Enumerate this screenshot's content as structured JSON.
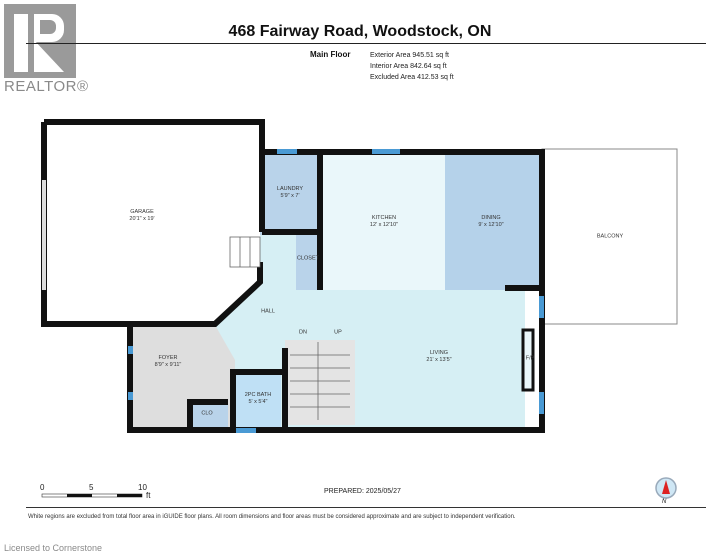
{
  "branding": {
    "logo_letter": "R",
    "logo_text": "REALTOR®"
  },
  "header": {
    "title": "468 Fairway Road, Woodstock, ON"
  },
  "areas": {
    "floor_label": "Main Floor",
    "lines": [
      "Exterior Area 945.51 sq ft",
      "Interior Area 842.64 sq ft",
      "Excluded Area 412.53 sq ft"
    ]
  },
  "rooms": [
    {
      "name": "GARAGE",
      "dims": "20'1\" x 19'"
    },
    {
      "name": "LAUNDRY",
      "dims": "5'9\" x 7'"
    },
    {
      "name": "KITCHEN",
      "dims": "12' x 12'10\""
    },
    {
      "name": "DINING",
      "dims": "9' x 12'10\""
    },
    {
      "name": "BALCONY",
      "dims": ""
    },
    {
      "name": "CLOSET",
      "dims": ""
    },
    {
      "name": "HALL",
      "dims": ""
    },
    {
      "name": "FOYER",
      "dims": "8'9\" x 9'11\""
    },
    {
      "name": "CLO",
      "dims": ""
    },
    {
      "name": "2PC BATH",
      "dims": "5' x 5'4\""
    },
    {
      "name": "LIVING",
      "dims": "21' x 13'5\""
    },
    {
      "name": "F/P",
      "dims": ""
    }
  ],
  "stairs": {
    "down": "DN",
    "up": "UP"
  },
  "scale": {
    "ticks": [
      "0",
      "5",
      "10"
    ],
    "unit": "ft"
  },
  "prepared": "PREPARED: 2025/05/27",
  "compass": {
    "label": "N"
  },
  "disclaimer": "White regions are excluded from total floor area in iGUIDE floor plans. All room dimensions and floor areas must be considered approximate and are subject to independent verification.",
  "license": "Licensed to Cornerstone",
  "colors": {
    "wall": "#111111",
    "window": "#4a9ad4",
    "laundry": "#b9d3ea",
    "kitchen": "#eaf7fa",
    "dining": "#b5d2ea",
    "hall": "#d6eff4",
    "foyer": "#dedede",
    "bath": "#bfe0f5"
  }
}
